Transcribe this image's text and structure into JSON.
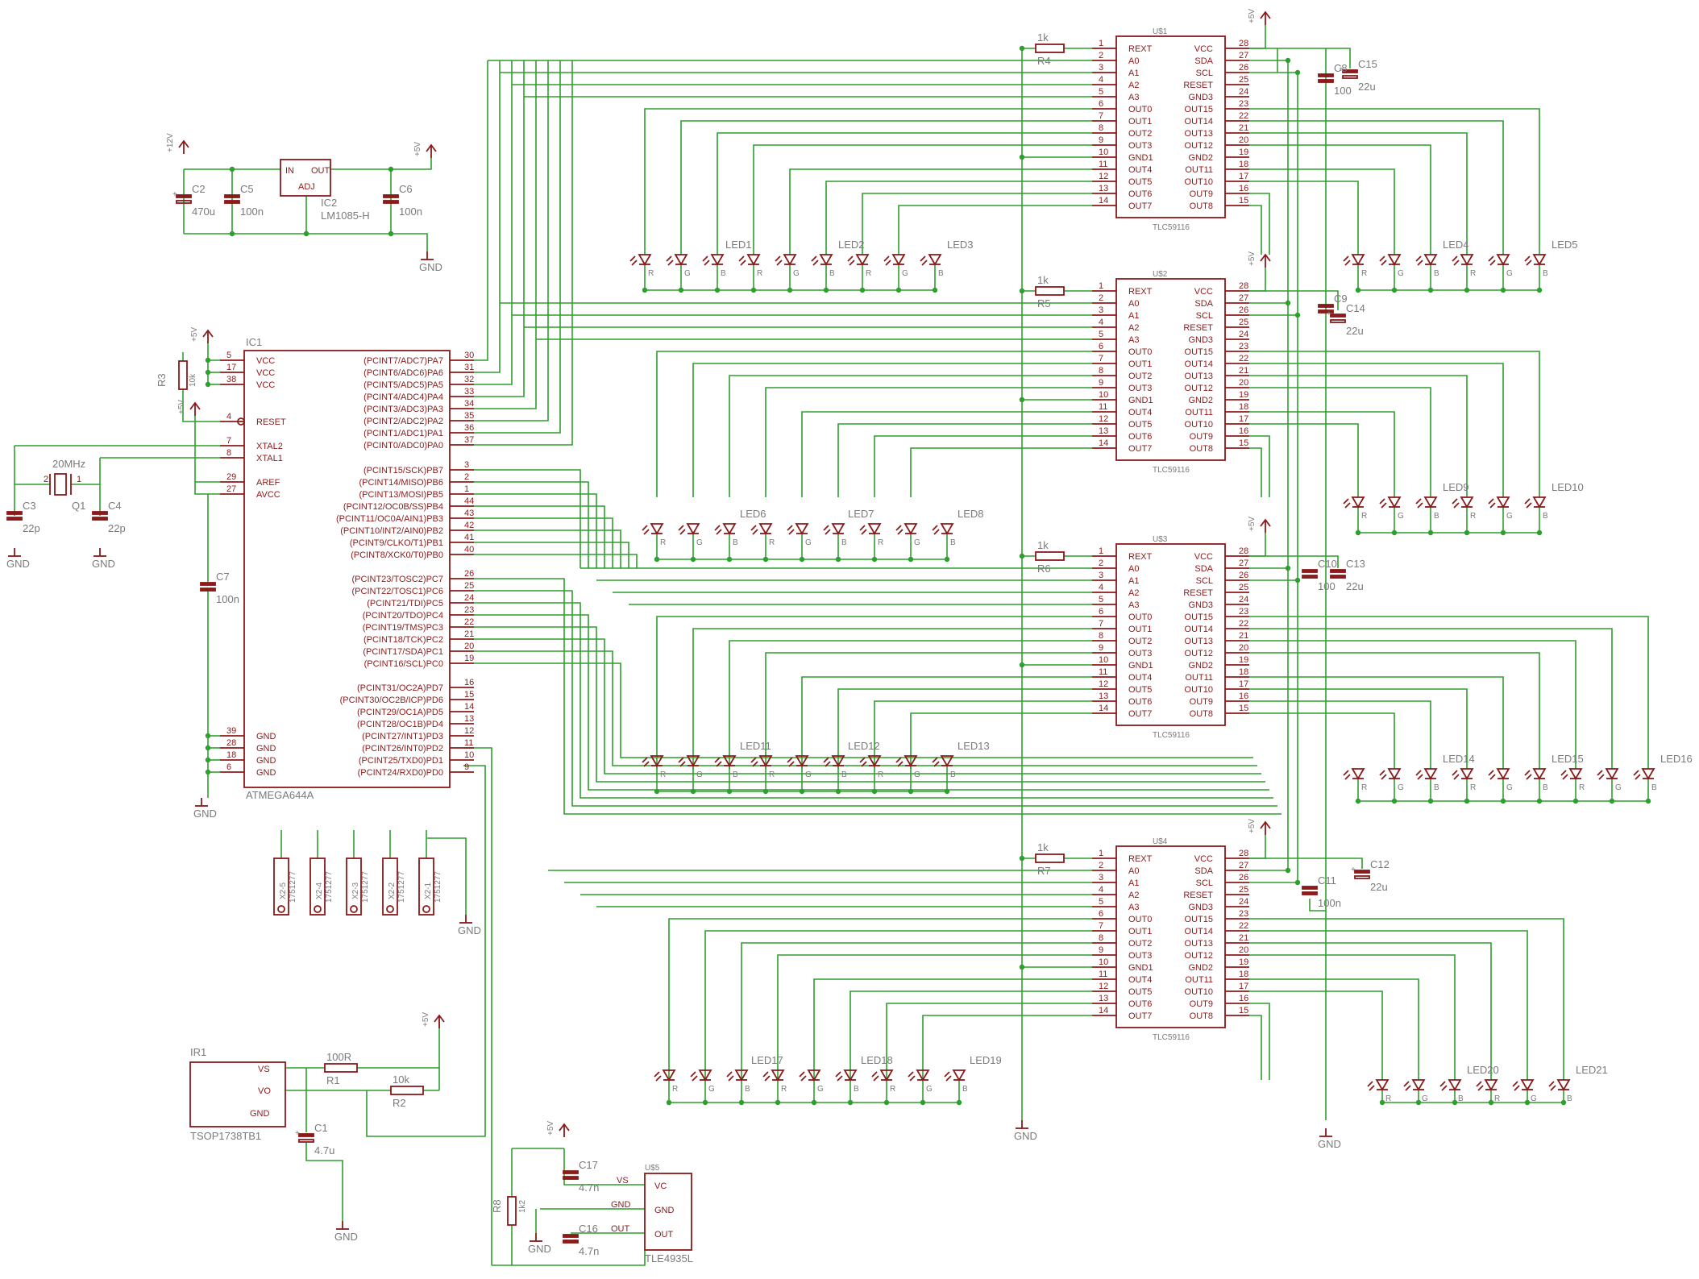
{
  "ic1": {
    "ref": "IC1",
    "part": "ATMEGA644A",
    "left_pins": [
      {
        "num": "5",
        "name": "VCC"
      },
      {
        "num": "17",
        "name": "VCC"
      },
      {
        "num": "38",
        "name": "VCC"
      },
      {
        "num": "4",
        "name": "RESET"
      },
      {
        "num": "7",
        "name": "XTAL2"
      },
      {
        "num": "8",
        "name": "XTAL1"
      },
      {
        "num": "29",
        "name": "AREF"
      },
      {
        "num": "27",
        "name": "AVCC"
      },
      {
        "num": "39",
        "name": "GND"
      },
      {
        "num": "28",
        "name": "GND"
      },
      {
        "num": "18",
        "name": "GND"
      },
      {
        "num": "6",
        "name": "GND"
      }
    ],
    "right_pins": [
      {
        "num": "30",
        "name": "(PCINT7/ADC7)PA7"
      },
      {
        "num": "31",
        "name": "(PCINT6/ADC6)PA6"
      },
      {
        "num": "32",
        "name": "(PCINT5/ADC5)PA5"
      },
      {
        "num": "33",
        "name": "(PCINT4/ADC4)PA4"
      },
      {
        "num": "34",
        "name": "(PCINT3/ADC3)PA3"
      },
      {
        "num": "35",
        "name": "(PCINT2/ADC2)PA2"
      },
      {
        "num": "36",
        "name": "(PCINT1/ADC1)PA1"
      },
      {
        "num": "37",
        "name": "(PCINT0/ADC0)PA0"
      },
      {
        "num": "3",
        "name": "(PCINT15/SCK)PB7"
      },
      {
        "num": "2",
        "name": "(PCINT14/MISO)PB6"
      },
      {
        "num": "1",
        "name": "(PCINT13/MOSI)PB5"
      },
      {
        "num": "44",
        "name": "(PCINT12/OC0B/SS)PB4"
      },
      {
        "num": "43",
        "name": "(PCINT11/OC0A/AIN1)PB3"
      },
      {
        "num": "42",
        "name": "(PCINT10/INT2/AIN0)PB2"
      },
      {
        "num": "41",
        "name": "(PCINT9/CLKO/T1)PB1"
      },
      {
        "num": "40",
        "name": "(PCINT8/XCK0/T0)PB0"
      },
      {
        "num": "26",
        "name": "(PCINT23/TOSC2)PC7"
      },
      {
        "num": "25",
        "name": "(PCINT22/TOSC1)PC6"
      },
      {
        "num": "24",
        "name": "(PCINT21/TDI)PC5"
      },
      {
        "num": "23",
        "name": "(PCINT20/TDO)PC4"
      },
      {
        "num": "22",
        "name": "(PCINT19/TMS)PC3"
      },
      {
        "num": "21",
        "name": "(PCINT18/TCK)PC2"
      },
      {
        "num": "20",
        "name": "(PCINT17/SDA)PC1"
      },
      {
        "num": "19",
        "name": "(PCINT16/SCL)PC0"
      },
      {
        "num": "16",
        "name": "(PCINT31/OC2A)PD7"
      },
      {
        "num": "15",
        "name": "(PCINT30/OC2B/ICP)PD6"
      },
      {
        "num": "14",
        "name": "(PCINT29/OC1A)PD5"
      },
      {
        "num": "13",
        "name": "(PCINT28/OC1B)PD4"
      },
      {
        "num": "12",
        "name": "(PCINT27/INT1)PD3"
      },
      {
        "num": "11",
        "name": "(PCINT26/INT0)PD2"
      },
      {
        "num": "10",
        "name": "(PCINT25/TXD0)PD1"
      },
      {
        "num": "9",
        "name": "(PCINT24/RXD0)PD0"
      }
    ]
  },
  "tlc": {
    "part": "TLC59116",
    "left_pins": [
      {
        "num": "1",
        "name": "REXT"
      },
      {
        "num": "2",
        "name": "A0"
      },
      {
        "num": "3",
        "name": "A1"
      },
      {
        "num": "4",
        "name": "A2"
      },
      {
        "num": "5",
        "name": "A3"
      },
      {
        "num": "6",
        "name": "OUT0"
      },
      {
        "num": "7",
        "name": "OUT1"
      },
      {
        "num": "8",
        "name": "OUT2"
      },
      {
        "num": "9",
        "name": "OUT3"
      },
      {
        "num": "10",
        "name": "GND1"
      },
      {
        "num": "11",
        "name": "OUT4"
      },
      {
        "num": "12",
        "name": "OUT5"
      },
      {
        "num": "13",
        "name": "OUT6"
      },
      {
        "num": "14",
        "name": "OUT7"
      }
    ],
    "right_pins": [
      {
        "num": "28",
        "name": "VCC"
      },
      {
        "num": "27",
        "name": "SDA"
      },
      {
        "num": "26",
        "name": "SCL"
      },
      {
        "num": "25",
        "name": "RESET"
      },
      {
        "num": "24",
        "name": "GND3"
      },
      {
        "num": "23",
        "name": "OUT15"
      },
      {
        "num": "22",
        "name": "OUT14"
      },
      {
        "num": "21",
        "name": "OUT13"
      },
      {
        "num": "20",
        "name": "OUT12"
      },
      {
        "num": "19",
        "name": "GND2"
      },
      {
        "num": "18",
        "name": "OUT11"
      },
      {
        "num": "17",
        "name": "OUT10"
      },
      {
        "num": "16",
        "name": "OUT9"
      },
      {
        "num": "15",
        "name": "OUT8"
      }
    ],
    "units": [
      {
        "ref": "U$1",
        "rref": "R4",
        "rval": "1k"
      },
      {
        "ref": "U$2",
        "rref": "R5",
        "rval": "1k"
      },
      {
        "ref": "U$3",
        "rref": "R6",
        "rval": "1k"
      },
      {
        "ref": "U$4",
        "rref": "R7",
        "rval": "1k"
      }
    ]
  },
  "leds": {
    "colors": [
      "R",
      "G",
      "B"
    ],
    "row1": [
      "LED1",
      "LED2",
      "LED3",
      "LED4",
      "LED5"
    ],
    "row2": [
      "LED6",
      "LED7",
      "LED8",
      "LED9",
      "LED10"
    ],
    "row3": [
      "LED11",
      "LED12",
      "LED13",
      "LED14",
      "LED15",
      "LED16"
    ],
    "row4": [
      "LED17",
      "LED18",
      "LED19",
      "LED20",
      "LED21"
    ]
  },
  "power": {
    "ic2": "IC2",
    "ic2_part": "LM1085-H",
    "in": "IN",
    "out": "OUT",
    "adj": "ADJ",
    "v12": "+12V",
    "v5": "+5V",
    "gnd": "GND",
    "c2": "C2",
    "c2v": "470u",
    "c5": "C5",
    "c5v": "100n",
    "c6": "C6",
    "c6v": "100n"
  },
  "misc": {
    "r3": "R3",
    "r3v": "10k",
    "c7": "C7",
    "c7v": "100n",
    "c3": "C3",
    "c3v": "22p",
    "c4": "C4",
    "c4v": "22p",
    "q1": "Q1",
    "q1v": "20MHz",
    "xtal_pin1": "1",
    "xtal_pin2": "2",
    "c15": "C15",
    "c8": "C8",
    "c8v": "100",
    "c15v": "22u",
    "c9": "C9",
    "c14": "C14",
    "c14v": "22u",
    "c10": "C10",
    "c13": "C13",
    "c10v": "100",
    "c13v": "22u",
    "c11": "C11",
    "c11v": "100n",
    "c12": "C12",
    "c12v": "22u",
    "x2": [
      "X2-5",
      "X2-4",
      "X2-3",
      "X2-2",
      "X2-1"
    ],
    "x2part": "1751277",
    "ir1": "IR1",
    "ir1_part": "TSOP1738TB1",
    "ir_vs": "VS",
    "ir_vo": "VO",
    "ir_gnd": "GND",
    "r1": "R1",
    "r1v": "100R",
    "r2": "R2",
    "r2v": "10k",
    "c1": "C1",
    "c1v": "4.7u",
    "u5": "U$5",
    "u5_part": "TLE4935L",
    "u5_vc": "VC",
    "u5_gnd": "GND",
    "u5_out": "OUT",
    "u5_vs": "VS",
    "u5_gndlbl": "GND",
    "u5_outlbl": "OUT",
    "r8": "R8",
    "r8v": "1k2",
    "c17": "C17",
    "c17v": "4.7n",
    "c16": "C16",
    "c16v": "4.7n"
  }
}
